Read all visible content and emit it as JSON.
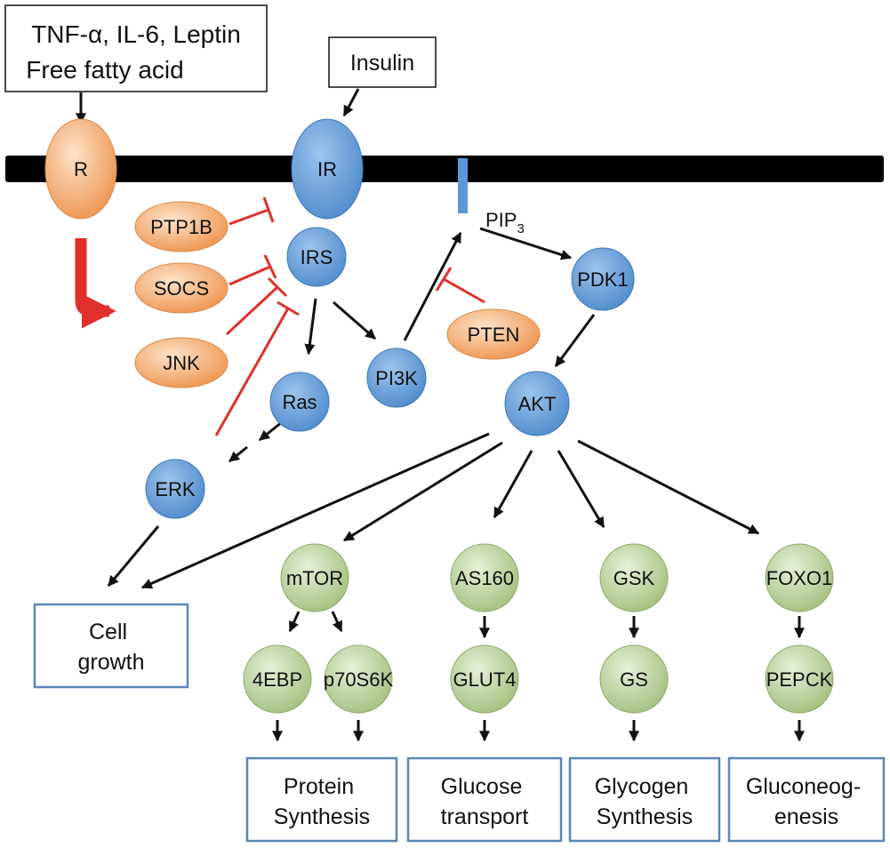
{
  "colors": {
    "membrane": "#000000",
    "receptor_blue": "#5b97d4",
    "adipokine_orange": "#f2a563",
    "downstream_green": "#b7cf97",
    "inhibition_red": "#e0302b",
    "outcome_box_border": "#5b86b8"
  },
  "inputs": {
    "cytokines_line1": "TNF-α, IL-6, Leptin",
    "cytokines_line2": "Free fatty acid",
    "insulin": "Insulin"
  },
  "membrane_nodes": {
    "receptor": "R",
    "insulin_receptor": "IR",
    "pip3_base": "PIP",
    "pip3_sub": "3"
  },
  "inhibitors": {
    "ptp1b": "PTP1B",
    "socs": "SOCS",
    "jnk": "JNK",
    "pten": "PTEN"
  },
  "signaling": {
    "irs": "IRS",
    "pi3k": "PI3K",
    "ras": "Ras",
    "erk": "ERK",
    "pdk1": "PDK1",
    "akt": "AKT"
  },
  "effectors": {
    "mtor": "mTOR",
    "as160": "AS160",
    "gsk": "GSK",
    "foxo1": "FOXO1",
    "ebp4": "4EBP",
    "p70s6k": "p70S6K",
    "glut4": "GLUT4",
    "gs": "GS",
    "pepck": "PEPCK"
  },
  "outcomes": {
    "cell_growth": [
      "Cell",
      "growth"
    ],
    "protein_synthesis": [
      "Protein",
      "Synthesis"
    ],
    "glucose_transport": [
      "Glucose",
      "transport"
    ],
    "glycogen_synthesis": [
      "Glycogen",
      "Synthesis"
    ],
    "gluconeogenesis": [
      "Gluconeog-",
      "enesis"
    ]
  }
}
